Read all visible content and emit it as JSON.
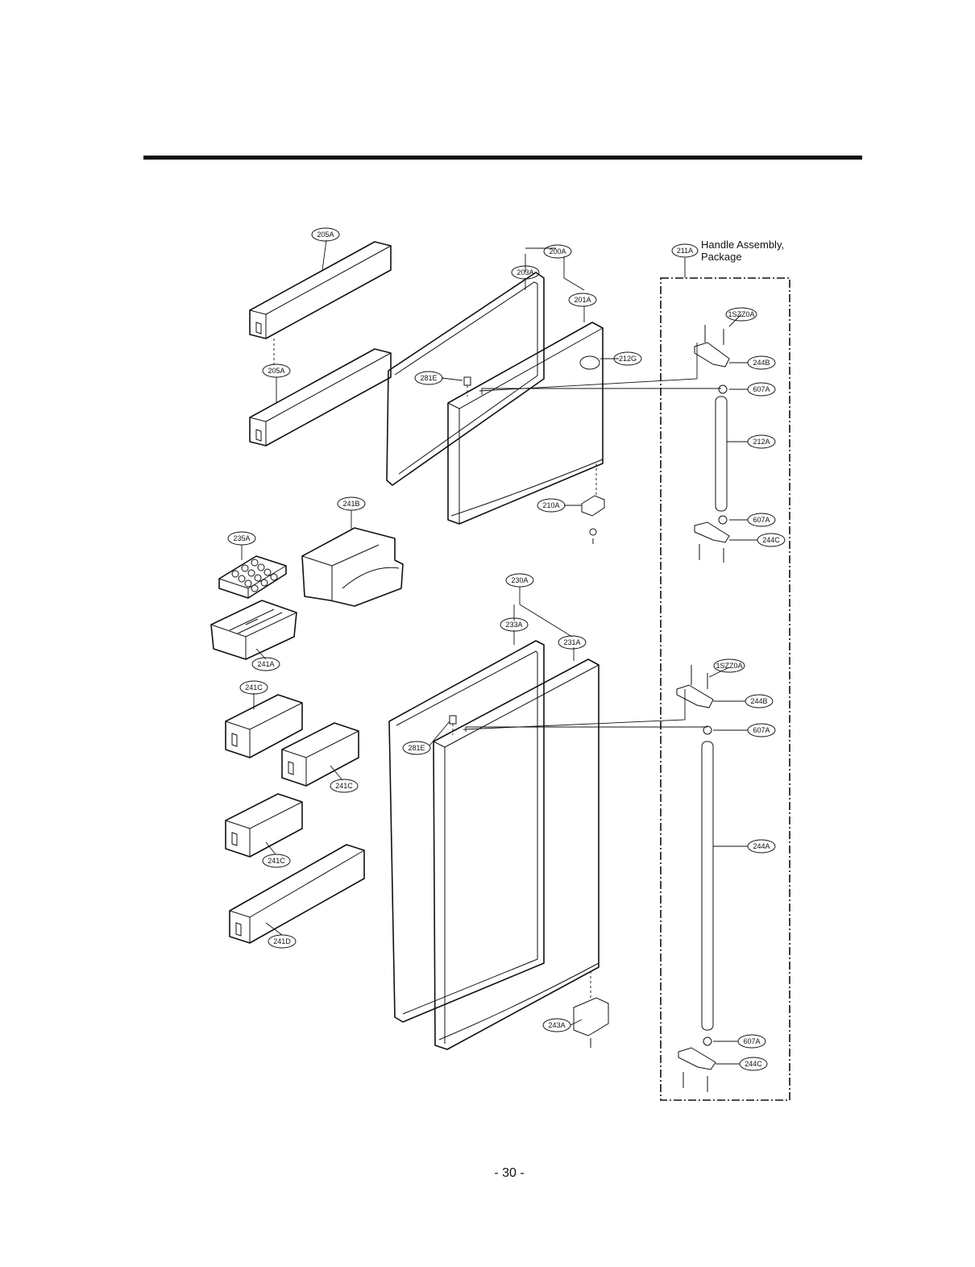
{
  "page_number": "- 30 -",
  "handle_assembly": {
    "code": "211A",
    "title_line1": "Handle Assembly,",
    "title_line2": "Package"
  },
  "callouts": {
    "c205a_top": "205A",
    "c205a_bottom": "205A",
    "c200a": "200A",
    "c203a": "203A",
    "c201a": "201A",
    "c212g": "212G",
    "c281e_top": "281E",
    "c210a": "210A",
    "c241b": "241B",
    "c235a": "235A",
    "c241a": "241A",
    "c230a": "230A",
    "c233a": "233A",
    "c231a": "231A",
    "c281e_bottom": "281E",
    "c241c_1": "241C",
    "c241c_2": "241C",
    "c241c_3": "241C",
    "c241d": "241D",
    "c243a": "243A",
    "c1szz0a_top": "1SZZ0A",
    "c244b_top": "244B",
    "c607a_1": "607A",
    "c212a": "212A",
    "c607a_2": "607A",
    "c244c_top": "244C",
    "c1szz0a_bottom": "1SZZ0A",
    "c244b_bottom": "244B",
    "c607a_3": "607A",
    "c244a": "244A",
    "c607a_4": "607A",
    "c244c_bottom": "244C"
  }
}
